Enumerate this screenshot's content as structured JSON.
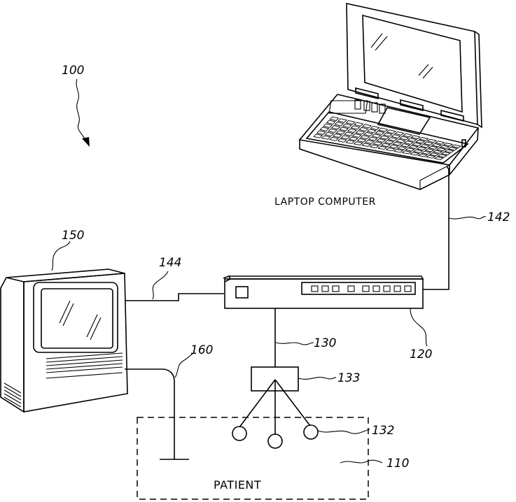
{
  "figure": {
    "reference_numeral": "100",
    "labels": {
      "laptop_caption": "LAPTOP COMPUTER",
      "patient_caption": "PATIENT",
      "ref_patient_area": "110",
      "ref_interface_unit": "120",
      "ref_sensor_cable": "130",
      "ref_electrodes": "132",
      "ref_junction_box": "133",
      "ref_laptop_cable": "142",
      "ref_monitor_cable": "144",
      "ref_monitor": "150",
      "ref_ground_cable": "160"
    }
  }
}
